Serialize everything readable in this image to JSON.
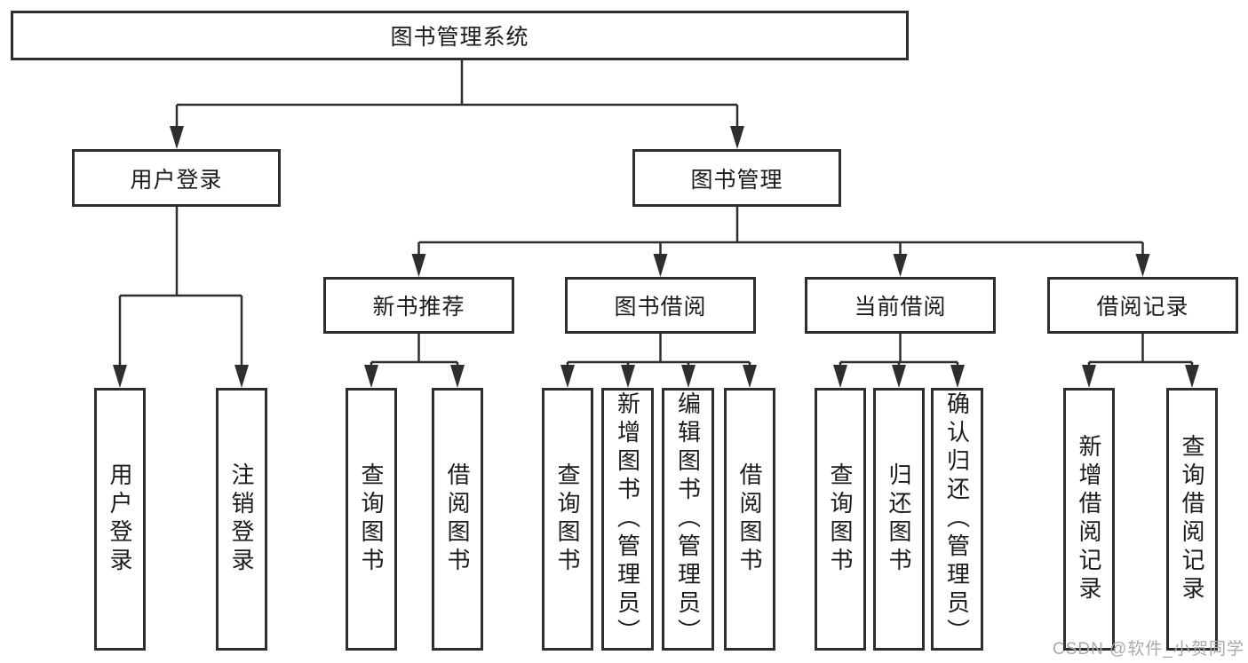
{
  "tree": {
    "label": "图书管理系统",
    "children": [
      {
        "label": "用户登录",
        "children": [
          {
            "label": "用户登录"
          },
          {
            "label": "注销登录"
          }
        ]
      },
      {
        "label": "图书管理",
        "children": [
          {
            "label": "新书推荐",
            "children": [
              {
                "label": "查询图书"
              },
              {
                "label": "借阅图书"
              }
            ]
          },
          {
            "label": "图书借阅",
            "children": [
              {
                "label": "查询图书"
              },
              {
                "label": "新增图书（管理员）"
              },
              {
                "label": "编辑图书（管理员）"
              },
              {
                "label": "借阅图书"
              }
            ]
          },
          {
            "label": "当前借阅",
            "children": [
              {
                "label": "查询图书"
              },
              {
                "label": "归还图书"
              },
              {
                "label": "确认归还（管理员）"
              }
            ]
          },
          {
            "label": "借阅记录",
            "children": [
              {
                "label": "新增借阅记录"
              },
              {
                "label": "查询借阅记录"
              }
            ]
          }
        ]
      }
    ]
  },
  "watermark": "CSDN @软件_小贺同学",
  "colors": {
    "line": "#2e2e2e",
    "border": "#2e2e2e",
    "text": "#1b1b1b",
    "background": "#ffffff",
    "watermark": "#a9a9a9"
  }
}
